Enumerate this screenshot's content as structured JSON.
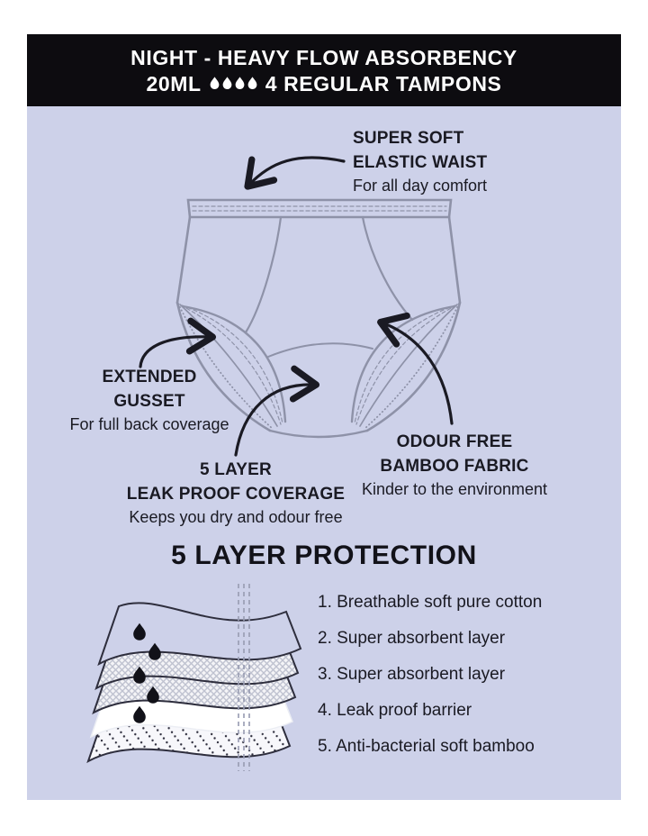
{
  "banner": {
    "line1": "NIGHT - HEAVY FLOW ABSORBENCY",
    "line2_prefix": "20ML",
    "absorbency_drops": 4,
    "line2_suffix": "4 REGULAR TAMPONS"
  },
  "callouts": {
    "waist": {
      "line1": "SUPER SOFT",
      "line2": "ELASTIC WAIST",
      "sub": "For all day comfort"
    },
    "gusset": {
      "line1": "EXTENDED",
      "line2": "GUSSET",
      "sub": "For full back coverage"
    },
    "leak": {
      "line1": "5 LAYER",
      "line2": "LEAK PROOF COVERAGE",
      "sub": "Keeps you dry and odour free"
    },
    "bamboo": {
      "line1": "ODOUR FREE",
      "line2": "BAMBOO FABRIC",
      "sub": "Kinder to the environment"
    }
  },
  "protection": {
    "heading": "5 LAYER PROTECTION",
    "items": [
      "1. Breathable soft pure cotton",
      "2. Super absorbent layer",
      "3. Super absorbent layer",
      "4. Leak proof barrier",
      "5. Anti-bacterial soft bamboo"
    ]
  },
  "colors": {
    "banner_bg": "#0d0c10",
    "panel_bg": "#cdd1e9",
    "ink": "#1a1a23",
    "garment_line": "#8e92a8",
    "drop_fill": "#111118"
  }
}
